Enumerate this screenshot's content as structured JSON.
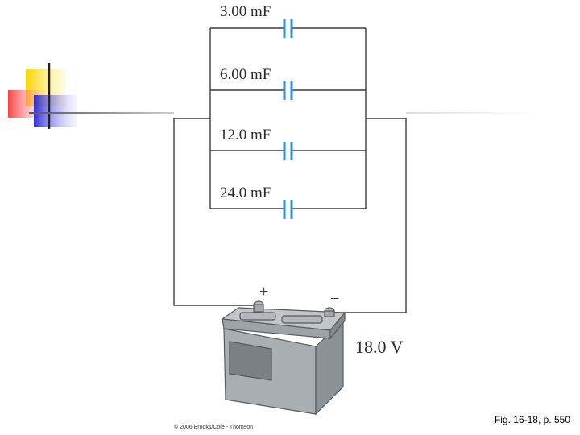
{
  "capacitors": [
    {
      "label": "3.00 mF"
    },
    {
      "label": "6.00 mF"
    },
    {
      "label": "12.0 mF"
    },
    {
      "label": "24.0 mF"
    }
  ],
  "battery": {
    "positive_sign": "+",
    "negative_sign": "−",
    "voltage": "18.0 V"
  },
  "caption": "Fig. 16-18, p. 550",
  "copyright": "© 2006 Brooks/Cole - Thomson",
  "colors": {
    "wire": "#3c3c3c",
    "capacitor_plate": "#2f8fd0",
    "battery_body": "#a4a9ae",
    "battery_dark": "#6e7378",
    "deco_yellow": "#ffd400",
    "deco_red": "#ff2a2a",
    "deco_blue": "#2a2ad8"
  }
}
